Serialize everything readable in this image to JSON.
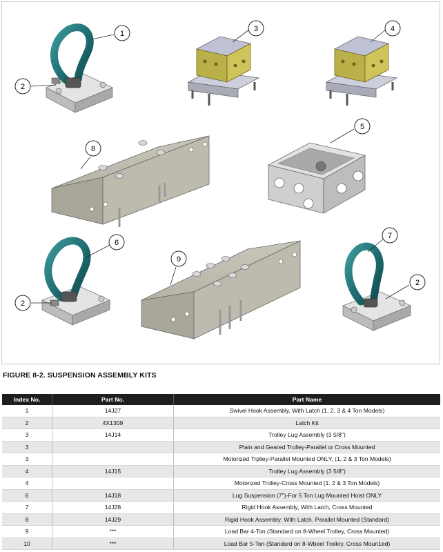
{
  "callouts": [
    "1",
    "2",
    "3",
    "4",
    "5",
    "8",
    "6",
    "7",
    "2",
    "9",
    "2"
  ],
  "caption": "FIGURE 8-2. SUSPENSION ASSEMBLY KITS",
  "table": {
    "headers": [
      "Index No.",
      "Part No.",
      "Part Name"
    ],
    "rows": [
      [
        "1",
        "14J27",
        "Swivel Hook Assembly, With Latch (1, 2, 3 & 4 Ton Models)"
      ],
      [
        "2",
        "4X1309",
        "Latch Kit"
      ],
      [
        "3",
        "14J14",
        "Trolley Lug Assembly (3 5/8\")"
      ],
      [
        "3",
        "",
        "Plain and Geared Trolley-Parallel or Cross Mounted"
      ],
      [
        "3",
        "",
        "Motorized Trplley-Parallel Mounted ONLY, (1, 2 & 3 Ton Models)"
      ],
      [
        "4",
        "14J15",
        "Trolley Lug Assembly (3 5/8\")"
      ],
      [
        "4",
        "",
        "Motonzed Trolley-Cross Mounted (1. 2 & 3 Ton Models)"
      ],
      [
        "6",
        "14J18",
        "Lug Suspension (7\")-For 5 Ton Lug Mounted Hoist ONLY"
      ],
      [
        "7",
        "14J28",
        "Rigid Hook Assembly, With Latch, Cross Mounted"
      ],
      [
        "8",
        "14J29",
        "Rigid Hook Assembly, With Latch. Parallel Mounted (Standard)"
      ],
      [
        "9",
        "***",
        "Load Bar 4-Ton (Standard on 8-Wheel Trolley, Cross Mounted)"
      ],
      [
        "10",
        "***",
        "Load Bar 5-Ton (Standard on 8-Wbeel Trolley, Cross Moun1ed)"
      ]
    ]
  }
}
